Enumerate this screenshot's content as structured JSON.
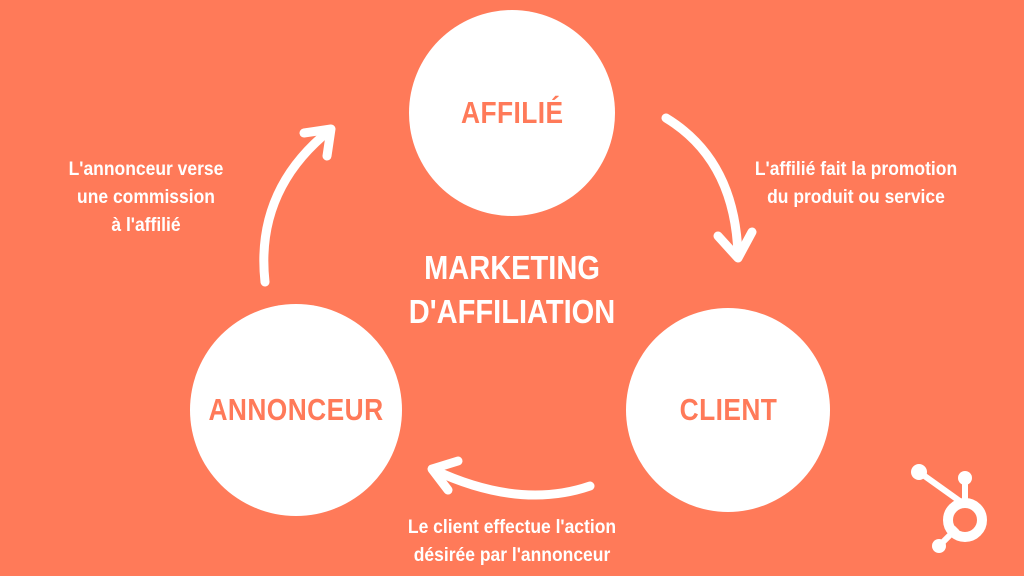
{
  "diagram": {
    "title_lines": [
      "MARKETING",
      "D'AFFILIATION"
    ],
    "nodes": {
      "affilie": "AFFILIÉ",
      "client": "CLIENT",
      "annonceur": "ANNONCEUR"
    },
    "edges": {
      "affilie_to_client": [
        "L'affilié fait la promotion",
        "du produit ou service"
      ],
      "client_to_annonceur": [
        "Le client effectue l'action",
        "désirée par l'annonceur"
      ],
      "annonceur_to_affilie": [
        "L'annonceur verse",
        "une commission",
        "à l'affilié"
      ]
    },
    "colors": {
      "background": "#FF7A59",
      "circle": "#FFFFFF",
      "text": "#FFFFFF"
    },
    "logo_icon": "hubspot-sprocket-icon"
  }
}
